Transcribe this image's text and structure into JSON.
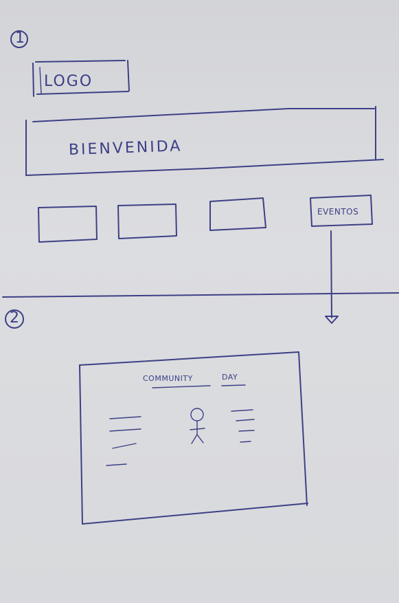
{
  "section_1": {
    "number": "1"
  },
  "section_2": {
    "number": "2"
  },
  "logo": {
    "label": "LOGO"
  },
  "welcome_banner": {
    "label": "BIENVENIDA"
  },
  "nav_buttons": [
    "",
    "",
    ""
  ],
  "events_button": {
    "label": "EVENTOS"
  },
  "event_card": {
    "title_part1": "COMMUNITY",
    "title_part2": "DAY"
  },
  "colors": {
    "ink": "#3d3f86",
    "paper": "#d9d9dc"
  }
}
